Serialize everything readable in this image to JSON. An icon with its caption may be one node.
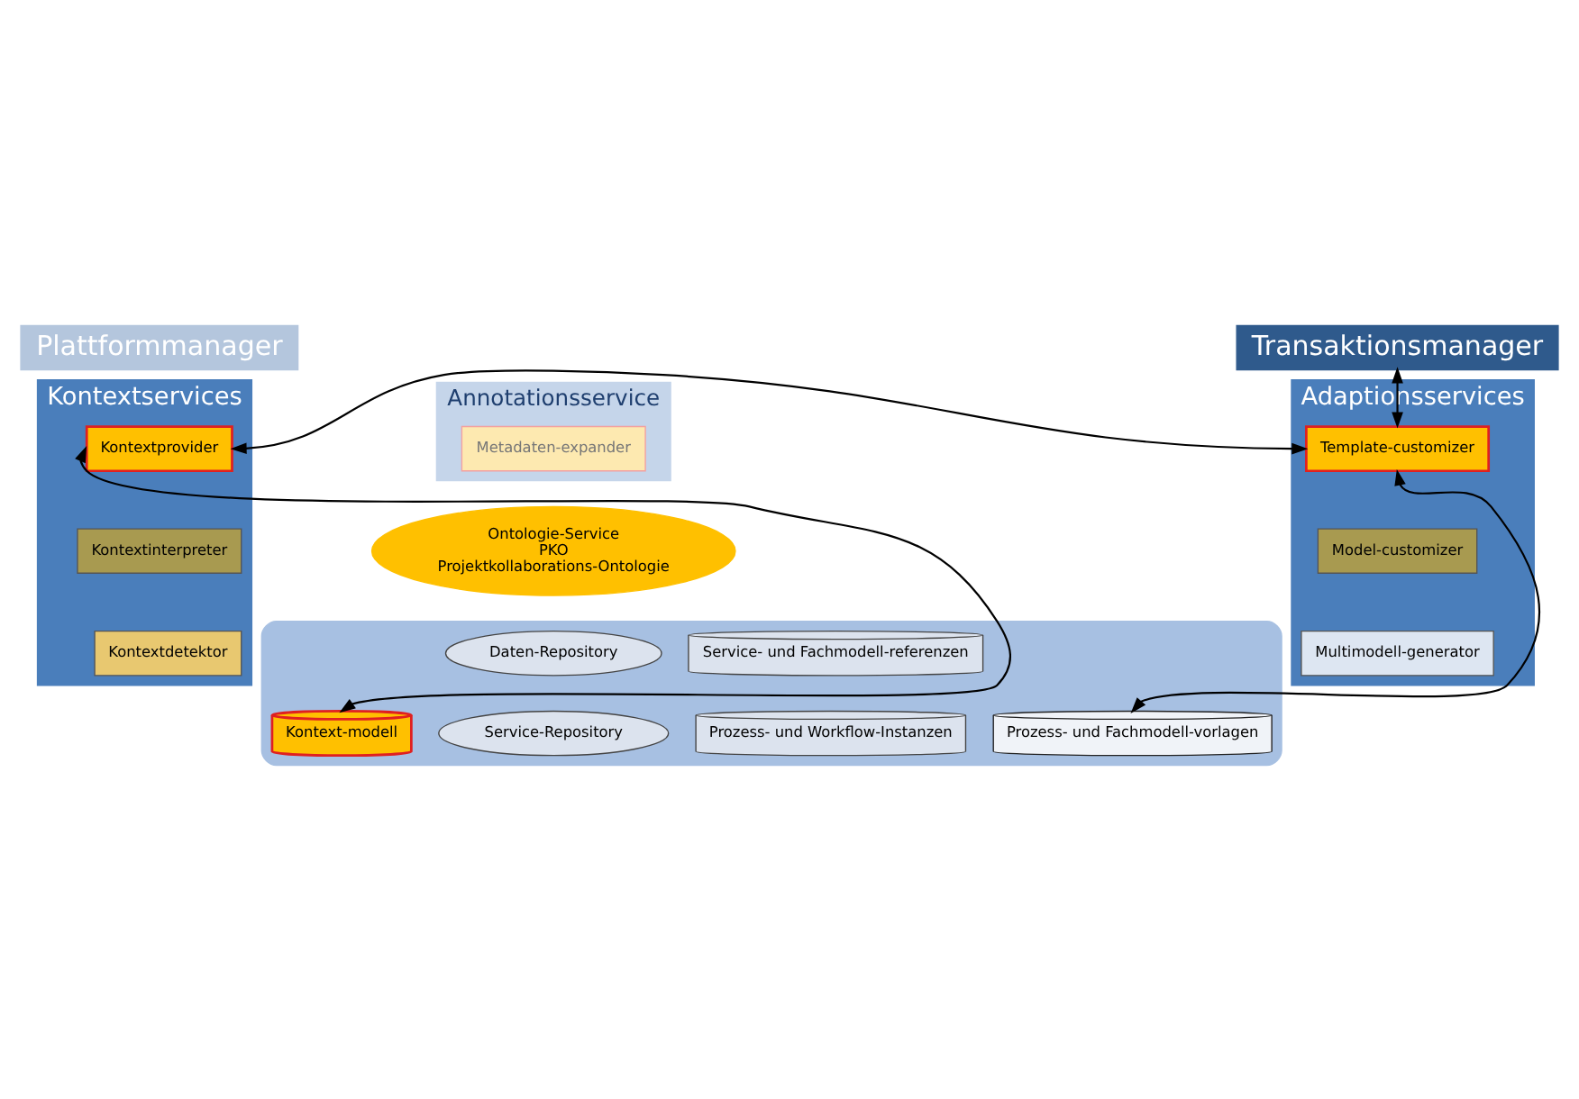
{
  "diagram": {
    "nodes": [
      {
        "text": [
          "Plattformmanager"
        ]
      },
      {
        "text": [
          "Transaktionsmanager"
        ]
      },
      {
        "text": [
          "Annotationsservice"
        ]
      },
      {
        "text": [
          "Metadaten-expander"
        ],
        "in": 2
      },
      {
        "text": [
          "Kontextservices"
        ]
      },
      {
        "text": [
          "Kontextprovider"
        ],
        "in": 4
      },
      {
        "text": [
          "Kontextinterpreter"
        ],
        "in": 4
      },
      {
        "text": [
          "Kontextdetektor"
        ],
        "in": 4
      },
      {
        "text": [
          "Ontologie-Service",
          "PKO",
          "Projektkollaborations-Ontologie"
        ]
      },
      {
        "text": [
          "Adaptionsservices"
        ]
      },
      {
        "text": [
          "Template-customizer"
        ],
        "in": 9
      },
      {
        "text": [
          "Model-customizer"
        ],
        "in": 9
      },
      {
        "text": [
          "Multimodell-generator"
        ],
        "in": 9
      },
      {
        "text": [],
        "shape": "band"
      },
      {
        "text": [
          "Kontext-modell"
        ],
        "in": 13
      },
      {
        "text": [
          "Service- und Fachmodell-referenzen"
        ],
        "in": 13
      },
      {
        "text": [
          "Daten-Repository"
        ],
        "in": 13
      },
      {
        "text": [
          "Service-Repository"
        ],
        "in": 13
      },
      {
        "text": [
          "Prozess- und Fachmodell-vorlagen"
        ],
        "in": 13
      },
      {
        "text": [
          "Prozess- und Workflow-Instanzen"
        ],
        "in": 13
      }
    ],
    "edges": [
      {
        "from": 14,
        "to": 5,
        "arrow": "both"
      },
      {
        "from": 5,
        "to": 10,
        "arrow": "both"
      },
      {
        "from": 10,
        "to": 1,
        "arrow": "both"
      },
      {
        "from": 10,
        "to": 18,
        "arrow": "both"
      }
    ]
  }
}
